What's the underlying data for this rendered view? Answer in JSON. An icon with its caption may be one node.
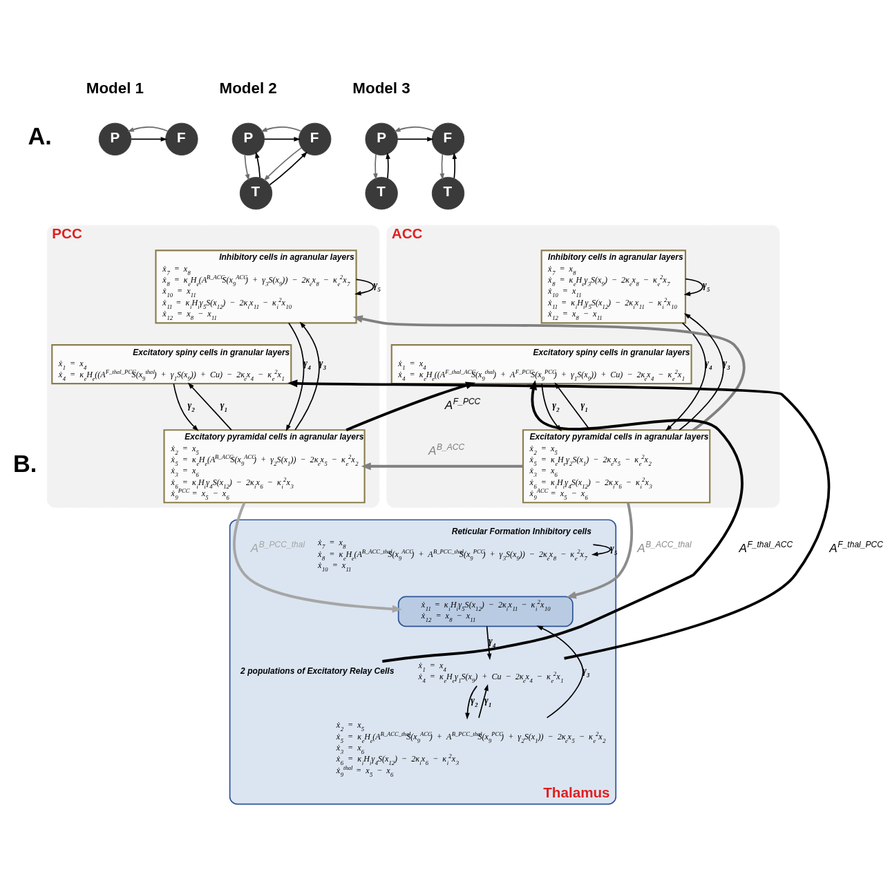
{
  "diagram": {
    "nodes": [
      {
        "text": [
          "P"
        ]
      },
      {
        "text": [
          "F"
        ]
      },
      {
        "text": [
          "P"
        ]
      },
      {
        "text": [
          "F"
        ]
      },
      {
        "text": [
          "T"
        ]
      },
      {
        "text": [
          "P"
        ]
      },
      {
        "text": [
          "F"
        ]
      },
      {
        "text": [
          "T"
        ]
      },
      {
        "text": [
          "T"
        ]
      },
      {
        "text": [
          "PCC"
        ]
      },
      {
        "text": [
          "Inhibitory cells in agranular layers",
          "ẋ$_{7}$ = x$_{8}$",
          "ẋ$_{8}$ = κ$_{e}$H$_{e}$(A$^{B_ACC}$S(x$_{9}$$^{ACC}$) + γ$_{3}$S(x$_{9}$)) − 2κ$_{e}$x$_{8}$ − κ$_{e}$$^{2}$x$_{7}$",
          "ẋ$_{10}$ = x$_{11}$",
          "ẋ$_{11}$ = κ$_{i}$H$_{i}$γ$_{5}$S(x$_{12}$) − 2κ$_{i}$x$_{11}$ − κ$_{i}$$^{2}$x$_{10}$",
          "ẋ$_{12}$ = x$_{8}$ − x$_{11}$"
        ],
        "in": 9
      },
      {
        "text": [
          "Excitatory spiny cells in granular layers",
          "ẋ$_{1}$ = x$_{4}$",
          "ẋ$_{4}$ = κ$_{e}$H$_{e}$((A$^{F_thal_PCC}$S(x$_{9}$$^{thal}$) + γ$_{1}$S(x$_{9}$)) + Cu) − 2κ$_{e}$x$_{4}$ − κ$_{e}$$^{2}$x$_{1}$"
        ],
        "in": 9
      },
      {
        "text": [
          "Excitatory pyramidal cells in agranular layers",
          "ẋ$_{2}$ = x$_{5}$",
          "ẋ$_{5}$ = κ$_{e}$H$_{e}$(A$^{B_ACC}$S(x$_{9}$$^{ACC}$) + γ$_{2}$S(x$_{1}$)) − 2κ$_{e}$x$_{5}$ − κ$_{e}$$^{2}$x$_{2}$",
          "ẋ$_{3}$ = x$_{6}$",
          "ẋ$_{6}$ = κ$_{i}$H$_{i}$γ$_{4}$S(x$_{12}$) − 2κ$_{i}$x$_{6}$ − κ$_{i}$$^{2}$x$_{3}$",
          "ẋ$_{9}$$^{PCC}$ = x$_{5}$ − x$_{6}$"
        ],
        "in": 9
      },
      {
        "text": [
          "ACC"
        ]
      },
      {
        "text": [
          "Inhibitory cells in agranular layers",
          "ẋ$_{7}$ = x$_{8}$",
          "ẋ$_{8}$ = κ$_{e}$H$_{e}$γ$_{3}$S(x$_{9}$) − 2κ$_{e}$x$_{8}$ − κ$_{e}$$^{2}$x$_{7}$",
          "ẋ$_{10}$ = x$_{11}$",
          "ẋ$_{11}$ = κ$_{i}$H$_{i}$γ$_{5}$S(x$_{12}$) − 2κ$_{i}$x$_{11}$ − κ$_{i}$$^{2}$x$_{10}$",
          "ẋ$_{12}$ = x$_{8}$ − x$_{11}$"
        ],
        "in": 13
      },
      {
        "text": [
          "Excitatory spiny cells in granular layers",
          "ẋ$_{1}$ = x$_{4}$",
          "ẋ$_{4}$ = κ$_{e}$H$_{e}$((A$^{F_thal_ACC}$S(x$_{9}$$^{thal}$) + A$^{F_PCC}$S(x$_{9}$$^{PCC}$) + γ$_{1}$S(x$_{9}$)) + Cu) − 2κ$_{e}$x$_{4}$ − κ$_{e}$$^{2}$x$_{1}$"
        ],
        "in": 13
      },
      {
        "text": [
          "Excitatory pyramidal cells in agranular layers",
          "ẋ$_{2}$ = x$_{5}$",
          "ẋ$_{5}$ = κ$_{e}$H$_{e}$γ$_{2}$S(x$_{1}$) − 2κ$_{e}$x$_{5}$ − κ$_{e}$$^{2}$x$_{2}$",
          "ẋ$_{3}$ = x$_{6}$",
          "ẋ$_{6}$ = κ$_{i}$H$_{i}$γ$_{4}$S(x$_{12}$) − 2κ$_{i}$x$_{6}$ − κ$_{i}$$^{2}$x$_{3}$",
          "ẋ$_{9}$$^{ACC}$ = x$_{5}$ − x$_{6}$"
        ],
        "in": 13
      },
      {
        "text": [
          "Thalamus"
        ]
      },
      {
        "text": [
          "Reticular Formation Inhibitory cells",
          "ẋ$_{7}$ = x$_{8}$",
          "ẋ$_{8}$ = κ$_{e}$H$_{e}$(A$^{B_ACC_thal}$S(x$_{9}$$^{ACC}$) + A$^{B_PCC_thal}$S(x$_{9}$$^{PCC}$) + γ$_{3}$S(x$_{9}$)) − 2κ$_{e}$x$_{8}$ − κ$_{e}$$^{2}$x$_{7}$",
          "ẋ$_{10}$ = x$_{11}$"
        ],
        "in": 17
      },
      {
        "text": [
          "ẋ$_{11}$ = κ$_{i}$H$_{i}$γ$_{5}$S(x$_{12}$) − 2κ$_{i}$x$_{11}$ − κ$_{i}$$^{2}$x$_{10}$",
          "ẋ$_{12}$ = x$_{8}$ − x$_{11}$"
        ],
        "in": 17
      },
      {
        "text": [
          "2 populations of Excitatory Relay Cells"
        ],
        "in": 17
      },
      {
        "text": [
          "ẋ$_{1}$ = x$_{4}$",
          "ẋ$_{4}$ = κ$_{e}$H$_{e}$γ$_{1}$S(x$_{9}$) + Cu − 2κ$_{e}$x$_{4}$ − κ$_{e}$$^{2}$x$_{1}$"
        ],
        "in": 17
      },
      {
        "text": [
          "ẋ$_{2}$ = x$_{5}$",
          "ẋ$_{5}$ = κ$_{e}$H$_{e}$(A$^{B_ACC_thal}$S(x$_{9}$$^{ACC}$) + A$^{B_PCC_thal}$S(x$_{9}$$^{PCC}$) + γ$_{2}$S(x$_{1}$)) − 2κ$_{e}$x$_{5}$ − κ$_{e}$$^{2}$x$_{2}$",
          "ẋ$_{3}$ = x$_{6}$",
          "ẋ$_{6}$ = κ$_{i}$H$_{i}$γ$_{4}$S(x$_{12}$) − 2κ$_{i}$x$_{6}$ − κ$_{i}$$^{2}$x$_{3}$",
          "ẋ$_{9}$$^{thal}$ = x$_{5}$ − x$_{6}$"
        ],
        "in": 17
      }
    ],
    "edges": [
      {
        "from": 0,
        "to": 1,
        "arrow": "to"
      },
      {
        "from": 1,
        "to": 0,
        "arrow": "to",
        "color": "#6e6e6e"
      },
      {
        "from": 2,
        "to": 3,
        "arrow": "to"
      },
      {
        "from": 3,
        "to": 2,
        "arrow": "to",
        "color": "#6e6e6e"
      },
      {
        "from": 2,
        "to": 4,
        "arrow": "to",
        "color": "#6e6e6e"
      },
      {
        "from": 4,
        "to": 2,
        "arrow": "to"
      },
      {
        "from": 3,
        "to": 4,
        "arrow": "to",
        "color": "#6e6e6e"
      },
      {
        "from": 4,
        "to": 3,
        "arrow": "to"
      },
      {
        "from": 5,
        "to": 6,
        "arrow": "to"
      },
      {
        "from": 6,
        "to": 5,
        "arrow": "to",
        "color": "#6e6e6e"
      },
      {
        "from": 7,
        "to": 5,
        "arrow": "to"
      },
      {
        "from": 5,
        "to": 7,
        "arrow": "to",
        "color": "#6e6e6e"
      },
      {
        "from": 6,
        "to": 8,
        "arrow": "to",
        "color": "#6e6e6e"
      },
      {
        "from": 8,
        "to": 6,
        "arrow": "to"
      },
      {
        "from": 12,
        "to": 15,
        "arrow": "to",
        "label": "A$^{F_PCC}$",
        "style": "thick"
      },
      {
        "from": 16,
        "to": 10,
        "arrow": "to",
        "style": "thick",
        "color": "#808080"
      },
      {
        "from": 16,
        "to": 12,
        "arrow": "to",
        "label": "A$^{B_ACC}$",
        "style": "thick",
        "color": "#808080"
      },
      {
        "from": 12,
        "to": 19,
        "arrow": "to",
        "label": "A$^{B_PCC_thal}$",
        "style": "thick",
        "color": "#a6a6a6"
      },
      {
        "from": 16,
        "to": 19,
        "arrow": "to",
        "label": "A$^{B_ACC_thal}$",
        "style": "thick",
        "color": "#8c8c8c"
      },
      {
        "from": 21,
        "to": 11,
        "arrow": "to",
        "label": "A$^{F_thal_PCC}$",
        "style": "thick"
      },
      {
        "from": 20,
        "to": 15,
        "arrow": "to",
        "label": "A$^{F_thal_ACC}$",
        "style": "thick"
      },
      {
        "from": 10,
        "to": 10,
        "arrow": "to",
        "label": "γ$_{5}$"
      },
      {
        "from": 10,
        "to": 12,
        "arrow": "to",
        "label": "γ$_{4}$"
      },
      {
        "from": 12,
        "to": 11,
        "arrow": "to",
        "label": "γ$_{1}$"
      },
      {
        "from": 11,
        "to": 12,
        "arrow": "to",
        "label": "γ$_{2}$"
      },
      {
        "from": 12,
        "to": 10,
        "arrow": "to",
        "label": "γ$_{3}$"
      },
      {
        "from": 14,
        "to": 14,
        "arrow": "to",
        "label": "γ$_{5}$"
      },
      {
        "from": 14,
        "to": 16,
        "arrow": "to",
        "label": "γ$_{4}$"
      },
      {
        "from": 16,
        "to": 15,
        "arrow": "to",
        "label": "γ$_{1}$"
      },
      {
        "from": 15,
        "to": 16,
        "arrow": "to",
        "label": "γ$_{2}$"
      },
      {
        "from": 16,
        "to": 14,
        "arrow": "to",
        "label": "γ$_{3}$"
      },
      {
        "from": 18,
        "to": 18,
        "arrow": "to",
        "label": "γ$_{5}$"
      },
      {
        "from": 19,
        "to": 21,
        "arrow": "to",
        "label": "γ$_{4}$"
      },
      {
        "from": 22,
        "to": 21,
        "arrow": "to",
        "label": "γ$_{1}$"
      },
      {
        "from": 21,
        "to": 22,
        "arrow": "to",
        "label": "γ$_{2}$"
      },
      {
        "from": 22,
        "to": 19,
        "arrow": "to",
        "label": "γ$_{3}$"
      }
    ],
    "labels": [
      "A.",
      "Model 1",
      "Model 2",
      "Model 3",
      "B."
    ]
  }
}
